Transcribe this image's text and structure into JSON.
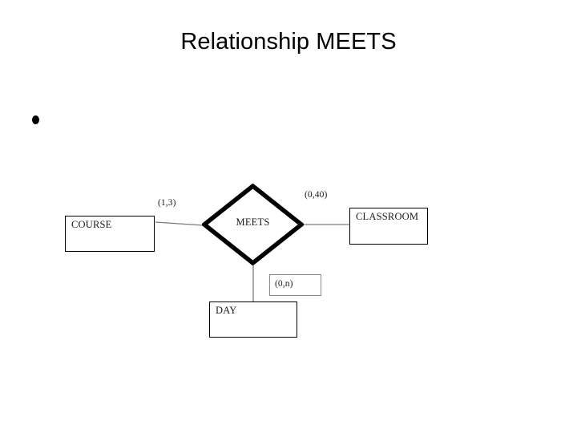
{
  "slide": {
    "title": "Relationship MEETS",
    "background": "#ffffff"
  },
  "bullets": [
    {
      "text": ""
    }
  ],
  "diagram": {
    "type": "er-diagram",
    "relationship": {
      "name": "MEETS",
      "shape": "diamond"
    },
    "entities": [
      {
        "id": "course",
        "label": "COURSE",
        "shape": "rectangle"
      },
      {
        "id": "classroom",
        "label": "CLASSROOM",
        "shape": "rectangle"
      },
      {
        "id": "day",
        "label": "DAY",
        "shape": "rectangle"
      }
    ],
    "cardinalities": [
      {
        "id": "course",
        "label": "(1,3)",
        "boxed": false
      },
      {
        "id": "classroom",
        "label": "(0,40)",
        "boxed": false
      },
      {
        "id": "day",
        "label": "(0,n)",
        "boxed": true
      }
    ],
    "colors": {
      "line": "#7a7a7a",
      "stroke": "#000000",
      "fill": "#ffffff",
      "text": "#1a1a1a"
    }
  }
}
